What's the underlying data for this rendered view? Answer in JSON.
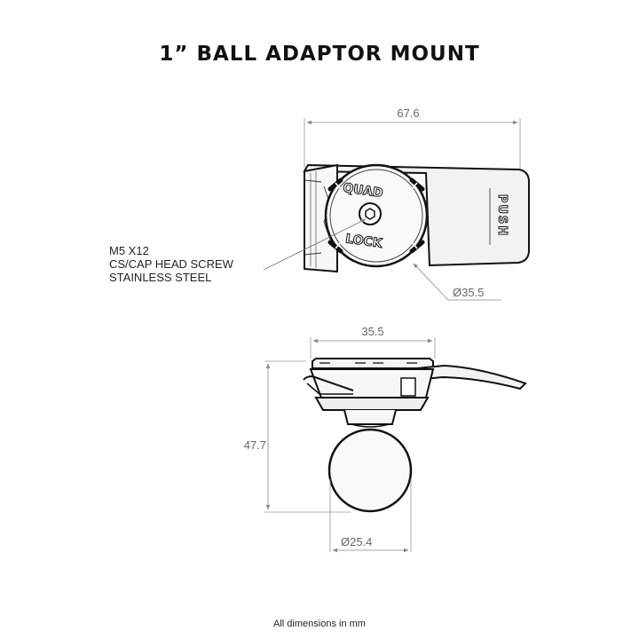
{
  "title": "1” BALL ADAPTOR MOUNT",
  "dimensions": {
    "top_width": "67.6",
    "top_diameter": "Ø35.5",
    "side_width": "35.5",
    "side_height": "47.7",
    "ball_diameter": "Ø25.4"
  },
  "screw_note": [
    "M5 X12",
    "CS/CAP HEAD SCREW",
    "STAINLESS STEEL"
  ],
  "mount_labels": {
    "quad": "QUAD",
    "lock": "LOCK",
    "push": "PUSH"
  },
  "footer": "All dimensions in mm"
}
